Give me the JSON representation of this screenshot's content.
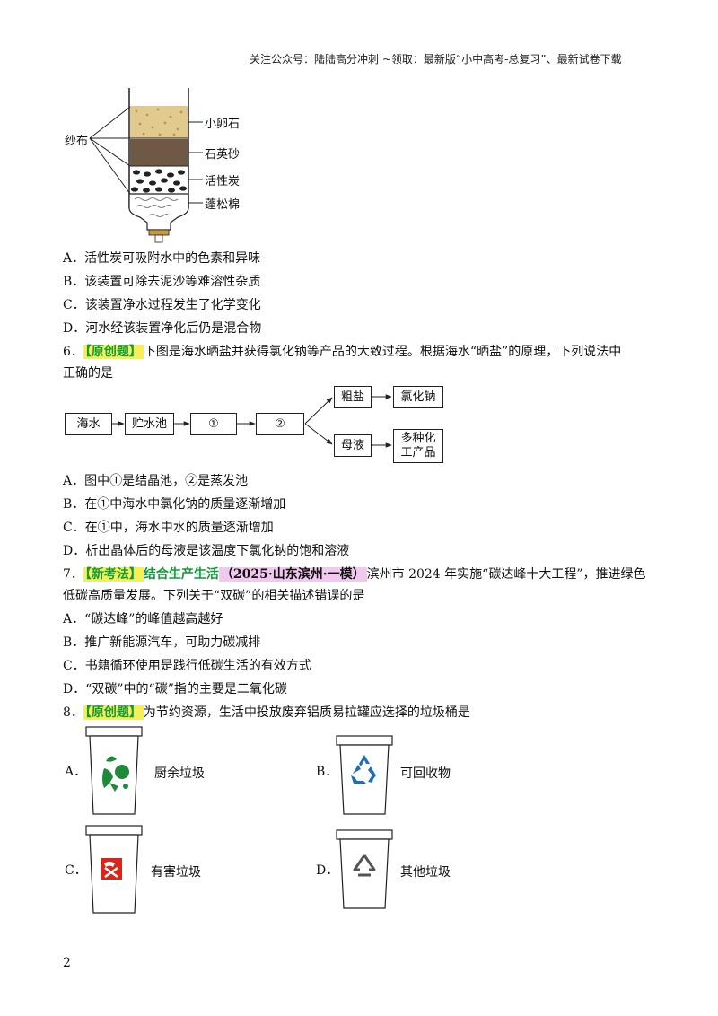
{
  "header": {
    "text": "关注公众号：陆陆高分冲刺  ~领取：最新版“小中高考-总复习”、最新试卷下载"
  },
  "filter_figure": {
    "labels": {
      "cloth": "纱布",
      "pebble": "小卵石",
      "quartz": "石英砂",
      "carbon": "活性炭",
      "cotton": "蓬松棉"
    }
  },
  "q5_options": {
    "a": "A．活性炭可吸附水中的色素和异味",
    "b": "B．该装置可除去泥沙等难溶性杂质",
    "c": "C．该装置净水过程发生了化学变化",
    "d": "D．河水经该装置净化后仍是混合物"
  },
  "q6": {
    "number": "6．",
    "tag": "【原创题】",
    "stem1": "下图是海水晒盐并获得氯化钠等产品的大致过程。根据海水“晒盐”的原理，下列说法中",
    "stem2": "正确的是",
    "flow": {
      "seawater": "海水",
      "pool": "贮水池",
      "step1": "①",
      "step2": "②",
      "crude_salt": "粗盐",
      "nacl": "氯化钠",
      "mother_liquor": "母液",
      "products_line1": "多种化",
      "products_line2": "工产品"
    },
    "options": {
      "a": "A．图中①是结晶池，②是蒸发池",
      "b": "B．在①中海水中氯化钠的质量逐渐增加",
      "c": "C．在①中，海水中水的质量逐渐增加",
      "d": "D．析出晶体后的母液是该温度下氯化钠的饱和溶液"
    }
  },
  "q7": {
    "number": "7．",
    "tag1": "【新考法】",
    "tag2": "结合生产生活",
    "tag3": "（2025·山东滨州·一模）",
    "stem1": "滨州市 2024 年实施“碳达峰十大工程”，推进绿色",
    "stem2": "低碳高质量发展。下列关于“双碳”的相关描述错误的是",
    "options": {
      "a": "A．“碳达峰”的峰值越高越好",
      "b": "B．推广新能源汽车，可助力碳减排",
      "c": "C．书籍循环使用是践行低碳生活的有效方式",
      "d": "D．“双碳”中的“碳”指的主要是二氧化碳"
    }
  },
  "q8": {
    "number": "8．",
    "tag": "【原创题】",
    "stem": "为节约资源，生活中投放废弃铝质易拉罐应选择的垃圾桶是",
    "options": [
      {
        "letter": "A．",
        "label": "厨余垃圾",
        "icon": "kitchen-waste-icon",
        "color": "#1f8a3a"
      },
      {
        "letter": "B．",
        "label": "可回收物",
        "icon": "recycle-icon",
        "color": "#1f6fb8"
      },
      {
        "letter": "C．",
        "label": "有害垃圾",
        "icon": "hazardous-icon",
        "color": "#d9261c"
      },
      {
        "letter": "D．",
        "label": "其他垃圾",
        "icon": "other-waste-icon",
        "color": "#555555"
      }
    ]
  },
  "page": {
    "number": "2"
  }
}
